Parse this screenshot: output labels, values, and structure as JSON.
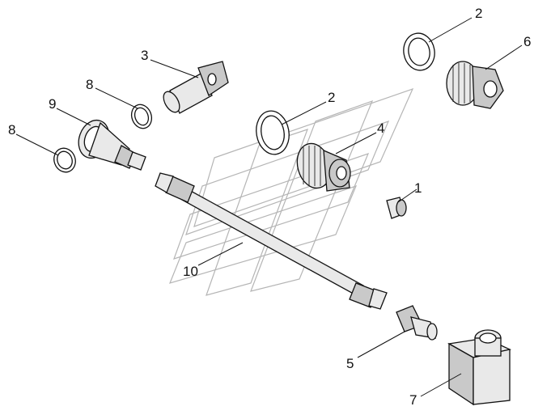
{
  "diagram": {
    "callouts": [
      {
        "id": "c1",
        "label": "1"
      },
      {
        "id": "c2a",
        "label": "2"
      },
      {
        "id": "c2b",
        "label": "2"
      },
      {
        "id": "c3",
        "label": "3"
      },
      {
        "id": "c4",
        "label": "4"
      },
      {
        "id": "c5",
        "label": "5"
      },
      {
        "id": "c6",
        "label": "6"
      },
      {
        "id": "c7",
        "label": "7"
      },
      {
        "id": "c8a",
        "label": "8"
      },
      {
        "id": "c8b",
        "label": "8"
      },
      {
        "id": "c9",
        "label": "9"
      },
      {
        "id": "c10",
        "label": "10"
      }
    ],
    "colors": {
      "ink": "#111111",
      "fill": "#e9e9e9",
      "shade": "#c9c9c9",
      "watermark": "#b5b5b5"
    }
  }
}
